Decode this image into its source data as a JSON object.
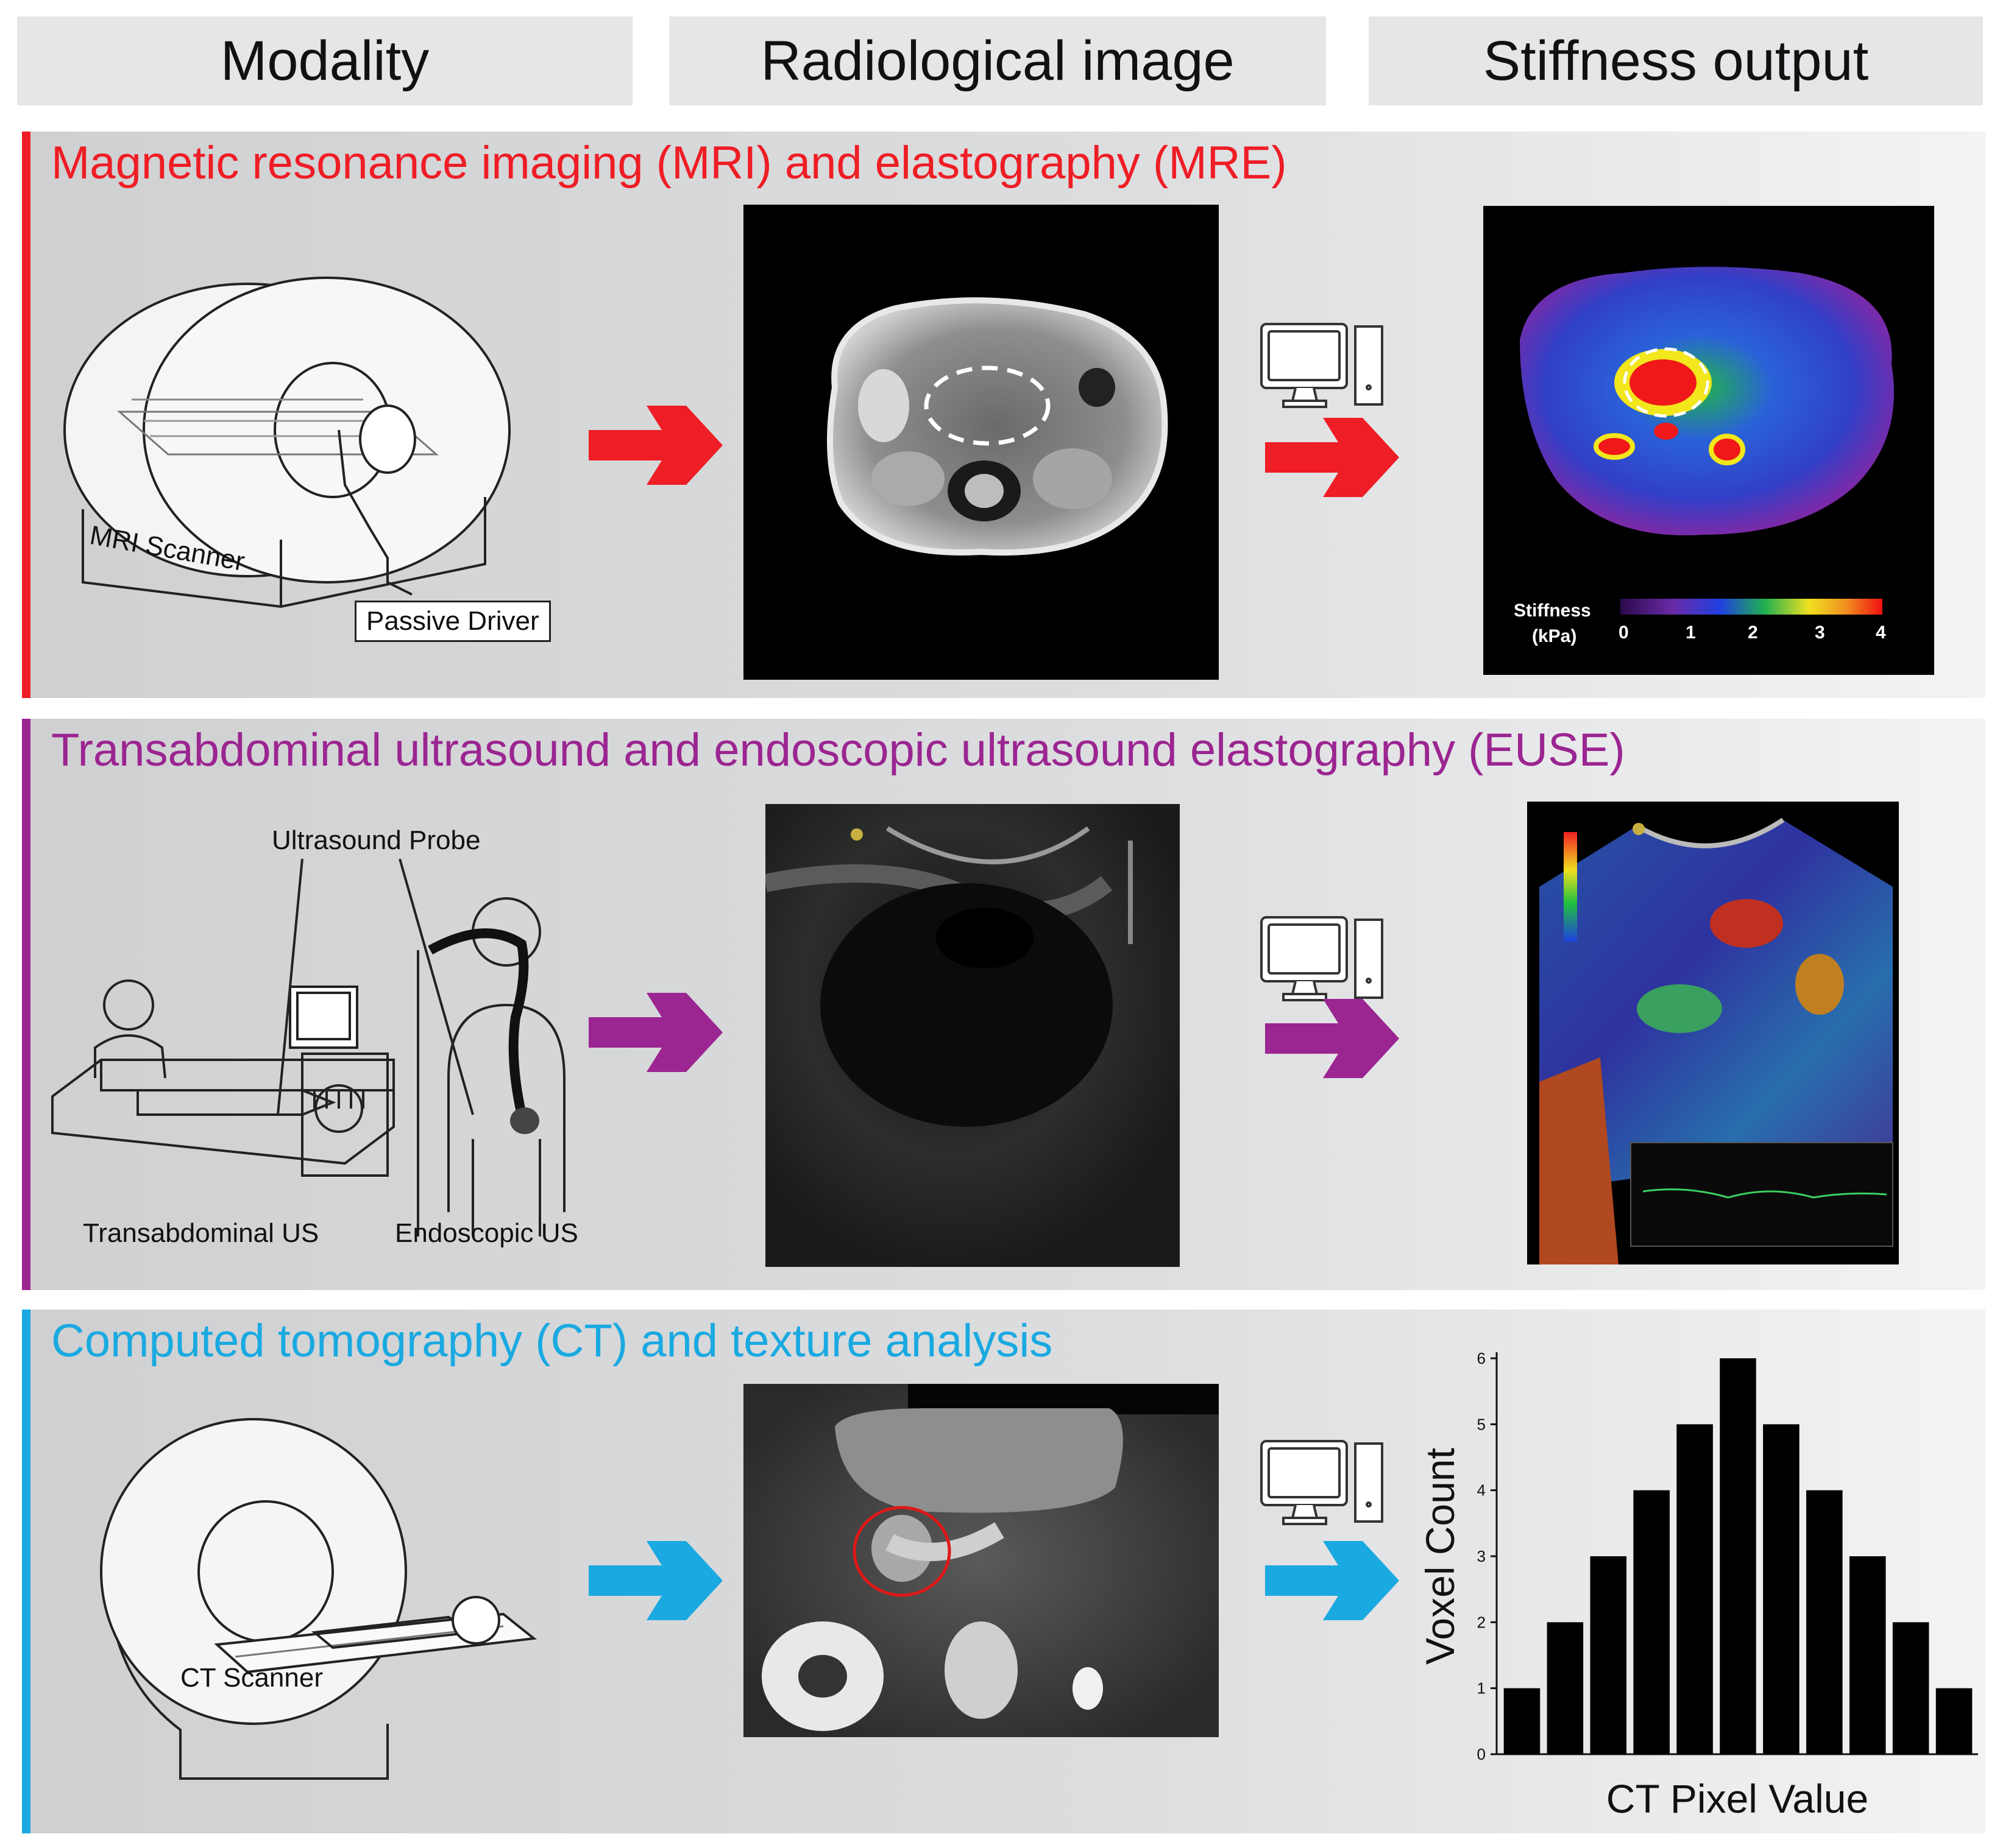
{
  "headers": [
    "Modality",
    "Radiological image",
    "Stiffness output"
  ],
  "colors": {
    "mre": "#ef1d25",
    "euse": "#9b2591",
    "ct": "#1aa9e1"
  },
  "sections": {
    "mre": {
      "title": "Magnetic resonance imaging (MRI) and elastography (MRE)",
      "scanner_label": "MRI Scanner",
      "driver_label": "Passive Driver",
      "colorbar_label_1": "Stiffness",
      "colorbar_label_2": "(kPa)",
      "colorbar_ticks": [
        "0",
        "1",
        "2",
        "3",
        "4"
      ]
    },
    "euse": {
      "title": "Transabdominal ultrasound and endoscopic ultrasound elastography (EUSE)",
      "probe_label": "Ultrasound Probe",
      "transabdominal_label": "Transabdominal US",
      "endoscopic_label": "Endoscopic US"
    },
    "ct": {
      "title": "Computed tomography (CT) and texture analysis",
      "scanner_label": "CT Scanner"
    }
  },
  "chart_data": {
    "type": "bar",
    "xlabel": "CT Pixel Value",
    "ylabel": "Voxel Count",
    "values": [
      1,
      2,
      3,
      4,
      5,
      6,
      5,
      4,
      3,
      2,
      1
    ],
    "ylim": [
      0,
      6
    ],
    "yticks": [
      "0",
      "1",
      "2",
      "3",
      "4",
      "5",
      "6"
    ],
    "grid": false
  }
}
